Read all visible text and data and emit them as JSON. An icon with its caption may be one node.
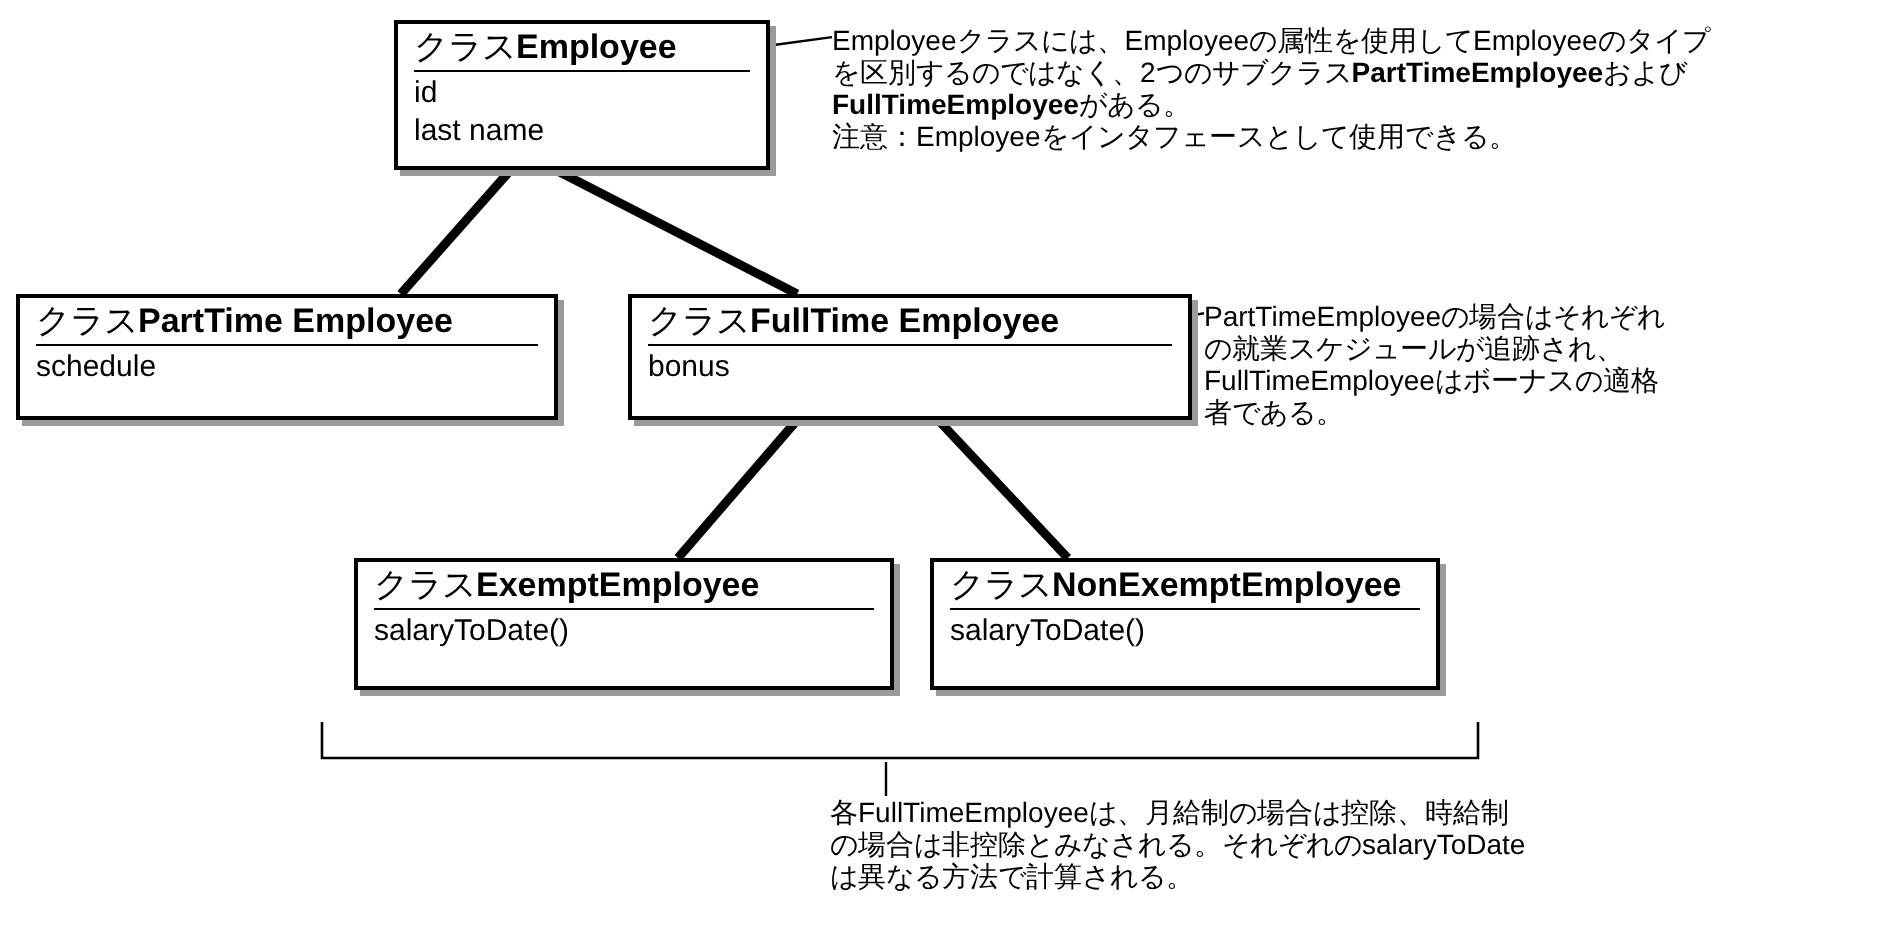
{
  "diagram": {
    "nodes": [
      {
        "text": [
          "クラス**Employee**",
          "id",
          "last name"
        ]
      },
      {
        "text": [
          "Employeeクラスには、Employeeの属性を使用してEmployeeのタイプを区別するのではなく、2つのサブクラス**PartTimeEmployee**および**FullTimeEmployee**がある。",
          "注意：Employeeをインタフェースとして使用できる。"
        ]
      },
      {
        "text": [
          "クラス**PartTime Employee**",
          "schedule"
        ]
      },
      {
        "text": [
          "クラス**FullTime Employee**",
          "bonus"
        ]
      },
      {
        "text": [
          "PartTimeEmployeeの場合はそれぞれの就業スケジュールが追跡され、FullTimeEmployeeはボーナスの適格者である。"
        ]
      },
      {
        "text": [
          "クラス**ExemptEmployee**",
          "salaryToDate()"
        ]
      },
      {
        "text": [
          "クラス**NonExemptEmployee**",
          "salaryToDate()"
        ]
      },
      {
        "text": [],
        "shape": "bracket"
      },
      {
        "text": [
          "各FullTimeEmployeeは、月給制の場合は控除、時給制の場合は非控除とみなされる。それぞれのsalaryToDateは異なる方法で計算される。"
        ]
      }
    ],
    "edges": [
      {
        "from": 0,
        "to": 2,
        "arrow": "none"
      },
      {
        "from": 0,
        "to": 3,
        "arrow": "none"
      },
      {
        "from": 3,
        "to": 5,
        "arrow": "none"
      },
      {
        "from": 3,
        "to": 6,
        "arrow": "none"
      },
      {
        "from": 1,
        "to": 0,
        "arrow": "none"
      },
      {
        "from": 4,
        "to": 3,
        "arrow": "none"
      },
      {
        "from": 8,
        "to": 7,
        "arrow": "none"
      }
    ]
  }
}
